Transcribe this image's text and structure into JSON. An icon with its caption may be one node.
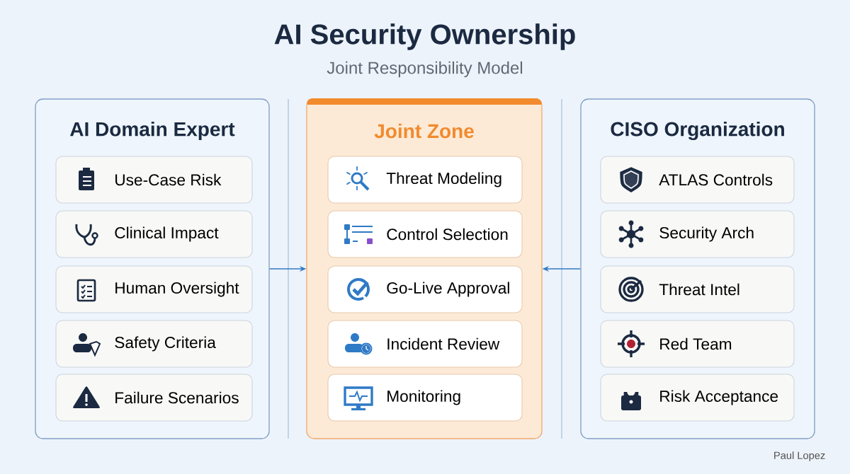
{
  "diagram": {
    "title": "AI Security Ownership",
    "caption": "Joint Responsibility Model",
    "nodes": [
      {
        "text": [
          "AI Domain Expert"
        ]
      },
      {
        "text": [
          "Use-Case Risk"
        ],
        "in": 0
      },
      {
        "text": [
          "Clinical Impact"
        ],
        "in": 0
      },
      {
        "text": [
          "Human Oversight"
        ],
        "in": 0
      },
      {
        "text": [
          "Safety Criteria"
        ],
        "in": 0
      },
      {
        "text": [
          "Failure Scenarios"
        ],
        "in": 0
      },
      {
        "text": [
          "Joint Zone"
        ]
      },
      {
        "text": [
          "Threat Modeling"
        ],
        "in": 6
      },
      {
        "text": [
          "Control Selection"
        ],
        "in": 6
      },
      {
        "text": [
          "Go-Live Approval"
        ],
        "in": 6
      },
      {
        "text": [
          "Incident Review"
        ],
        "in": 6
      },
      {
        "text": [
          "Monitoring"
        ],
        "in": 6
      },
      {
        "text": [
          "CISO Organization"
        ]
      },
      {
        "text": [
          "ATLAS Controls"
        ],
        "in": 12
      },
      {
        "text": [
          "Security Arch"
        ],
        "in": 12
      },
      {
        "text": [
          "Threat Intel"
        ],
        "in": 12
      },
      {
        "text": [
          "Red Team"
        ],
        "in": 12
      },
      {
        "text": [
          "Risk Acceptance"
        ],
        "in": 12
      }
    ],
    "edges": [
      {
        "from": 0,
        "to": 6,
        "arrow": "to"
      },
      {
        "from": 12,
        "to": 6,
        "arrow": "to"
      }
    ],
    "labels": [
      "Paul Lopez"
    ]
  }
}
